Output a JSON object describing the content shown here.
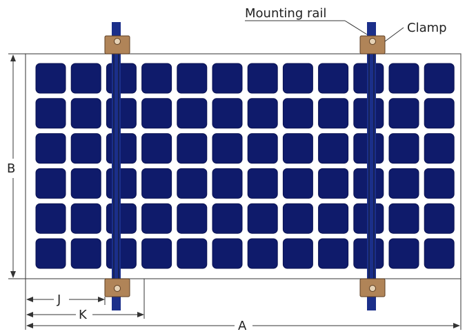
{
  "labels": {
    "mounting_rail": "Mounting rail",
    "clamp": "Clamp",
    "dim_a": "A",
    "dim_b": "B",
    "dim_j": "J",
    "dim_k": "K"
  },
  "panel": {
    "cell_rows": 6,
    "cell_columns": 12
  },
  "colors": {
    "cell": "#0f1b6b",
    "cell_edge": "#0a1250",
    "frame": "#555555",
    "rail": "#1b2f8a",
    "clamp": "#b08458",
    "clamp_edge": "#5b3d22",
    "dimension": "#333333"
  }
}
